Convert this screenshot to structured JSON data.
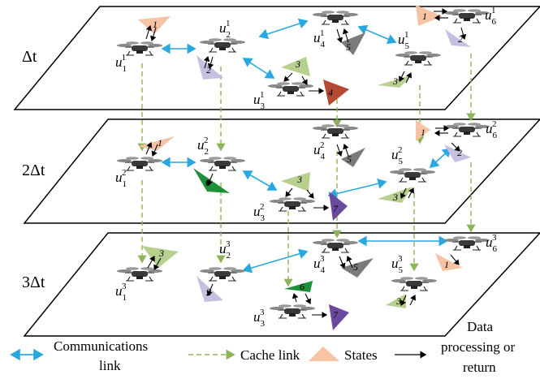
{
  "layers": [
    {
      "time_label": "Δt",
      "uavs": [
        "1",
        "2",
        "3",
        "4",
        "5",
        "6"
      ],
      "superscript": "1"
    },
    {
      "time_label": "2Δt",
      "uavs": [
        "1",
        "2",
        "3",
        "4",
        "5",
        "6"
      ],
      "superscript": "2"
    },
    {
      "time_label": "3Δt",
      "uavs": [
        "1",
        "2",
        "3",
        "4",
        "5",
        "6"
      ],
      "superscript": "3"
    }
  ],
  "uav_symbol": "u",
  "state_numbers": [
    "1",
    "2",
    "3",
    "4",
    "5",
    "6",
    "7"
  ],
  "legend": {
    "communications": "Communications",
    "communications_line2": "link",
    "cache": "Cache link",
    "states": "States",
    "data_line1": "Data",
    "data_line2": "processing or",
    "data_line3": "return"
  },
  "colors": {
    "comm_link": "#29a7df",
    "cache_link": "#8db45a",
    "state_peach": "#f6c4a4",
    "state_lavender": "#c7bfe0",
    "state_green_light": "#b8d08f",
    "state_red": "#b44a32",
    "state_gray": "#7b7b7b",
    "state_green_dark": "#1f8f3a",
    "state_purple": "#6a4a9c"
  }
}
